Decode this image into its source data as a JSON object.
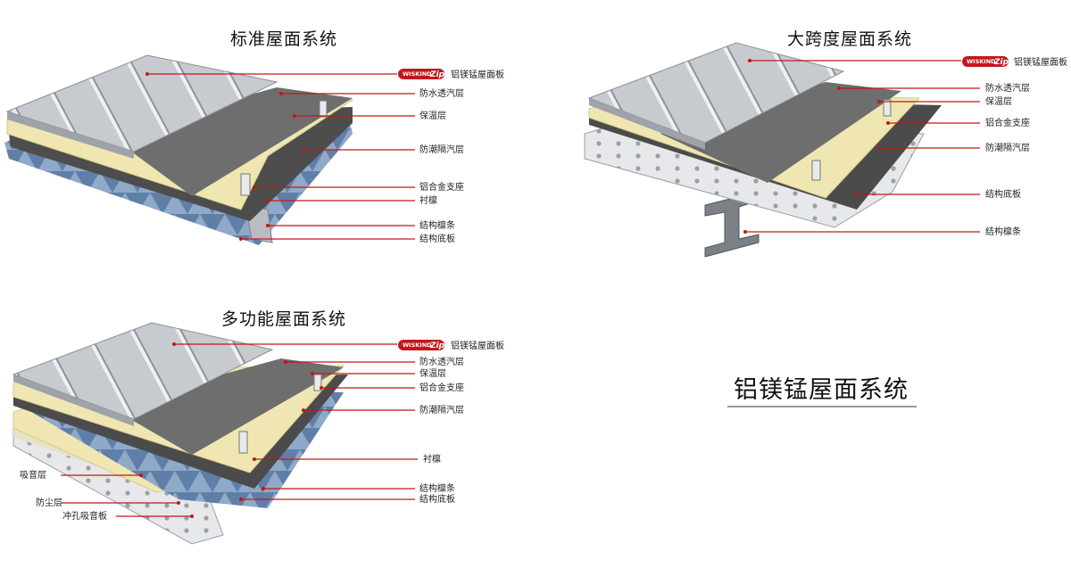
{
  "main_title": "铝镁锰屋面系统",
  "brand": {
    "logo_text": "WISKIND",
    "logo_zip": "Zip",
    "red": "#c4161c"
  },
  "colors": {
    "roof_panel": "#c9ccd1",
    "waterproof": "#6d6d6d",
    "insulation": "#efe7b7",
    "vapor": "#4b4b4b",
    "deck": "#9aa0a8",
    "leader": "#c01818"
  },
  "systems": [
    {
      "title": "标准屋面系统",
      "labels": [
        "铝镁锰屋面板",
        "防水透汽层",
        "保温层",
        "防潮隔汽层",
        "铝合金支座",
        "衬檩",
        "结构檩条",
        "结构底板"
      ]
    },
    {
      "title": "大跨度屋面系统",
      "labels": [
        "铝镁锰屋面板",
        "防水透汽层",
        "保温层",
        "铝合金支座",
        "防潮隔汽层",
        "结构底板",
        "结构檩条"
      ]
    },
    {
      "title": "多功能屋面系统",
      "labels": [
        "铝镁锰屋面板",
        "防水透汽层",
        "保温层",
        "铝合金支座",
        "防潮隔汽层",
        "衬檩",
        "结构檩条",
        "结构底板"
      ],
      "left_labels": [
        "吸音层",
        "防尘层",
        "冲孔吸音板"
      ]
    }
  ]
}
